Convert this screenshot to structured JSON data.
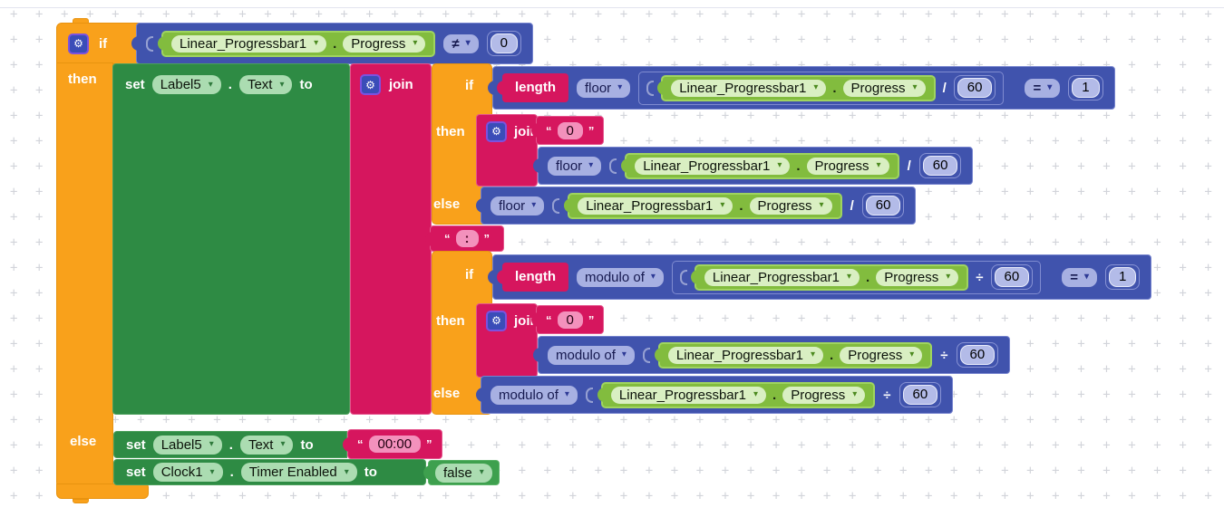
{
  "canvas": {
    "grid_mark": "+"
  },
  "colors": {
    "orange": "#F9A11B",
    "blue": "#4053AD",
    "pink": "#D6165E",
    "green": "#2E8B44",
    "getter": "#82BC3E",
    "logic": "#3EA04E",
    "field_blue": "#A7B0E2",
    "field_getter": "#D9EFC2",
    "field_green": "#ABDCB1",
    "field_pink": "#F391BC",
    "workspace_bg": "#FFFFFF",
    "grid_color": "#D2D4DA"
  },
  "icons": {
    "gear": "⚙",
    "dropdown_arrow": "▾",
    "quote_open": "“",
    "quote_close": "”"
  },
  "keywords": {
    "if": "if",
    "then": "then",
    "else": "else",
    "set": "set",
    "to": "to",
    "join": "join",
    "length": "length",
    "dot": "."
  },
  "fields": {
    "component": "Linear_Progressbar1",
    "progress": "Progress",
    "label5": "Label5",
    "text_prop": "Text",
    "clock1": "Clock1",
    "timer_enabled": "Timer Enabled",
    "false_value": "false",
    "floor": "floor",
    "modulo": "modulo of",
    "neq": "≠",
    "eq": "=",
    "slash": "/",
    "obelus": "÷",
    "zero": "0",
    "one": "1",
    "sixty": "60",
    "zero_text": "0",
    "colon": ":",
    "time_text": "00:00"
  }
}
